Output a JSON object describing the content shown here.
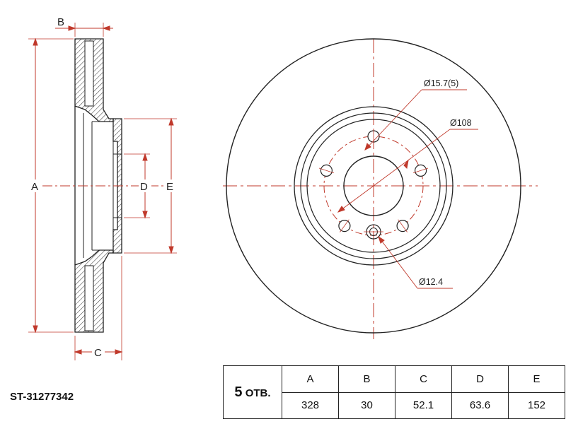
{
  "labels": {
    "A": "A",
    "B": "B",
    "C": "C",
    "D": "D",
    "E": "E",
    "hole_dia": "Ø15.7(5)",
    "pcd": "Ø108",
    "small_hole": "Ø12.4"
  },
  "part_number": "ST-31277342",
  "spec": {
    "holes_count": "5",
    "holes_unit": "ОТВ.",
    "headers": [
      "A",
      "B",
      "C",
      "D",
      "E"
    ],
    "values": [
      "328",
      "30",
      "52.1",
      "63.6",
      "152"
    ]
  },
  "colors": {
    "dimension": "#c0392b",
    "outline": "#222222"
  }
}
